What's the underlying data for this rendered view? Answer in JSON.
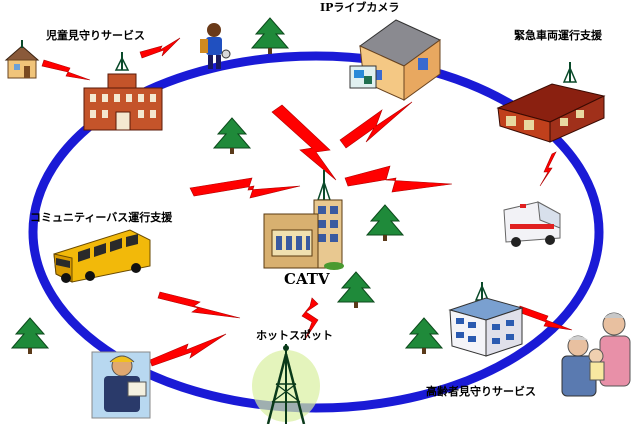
{
  "labels": {
    "child_watch": "児童見守りサービス",
    "ip_camera": "IPライブカメラ",
    "emergency_vehicle": "緊急車両運行支援",
    "community_bus": "コミュニティーバス運行支援",
    "catv": "CATV",
    "hotspot": "ホットスポット",
    "elderly_watch": "高齢者見守りサービス"
  },
  "colors": {
    "ring": "#1a1ad6",
    "lightning": "#ff0000",
    "tree": "#1f8a3a",
    "tower": "#0a4a2a",
    "building_brick": "#b23a1a",
    "bus": "#f2b90a"
  },
  "icons": [
    "school-building-icon",
    "house-icon",
    "child-icon",
    "ip-camera-house-icon",
    "fire-station-icon",
    "ambulance-icon",
    "bus-icon",
    "catv-station-icon",
    "hospital-icon",
    "elderly-people-icon",
    "worker-phone-icon",
    "hotspot-tower-icon",
    "tree-icon",
    "lightning-icon"
  ]
}
